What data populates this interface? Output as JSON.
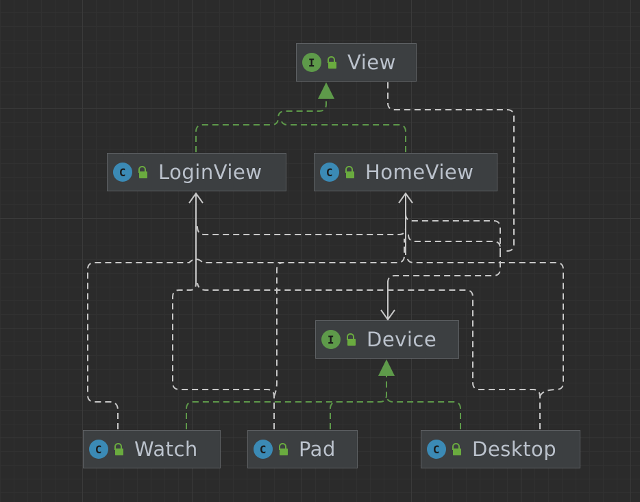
{
  "nodes": {
    "view": {
      "name": "View",
      "kind": "interface",
      "kind_letter": "I"
    },
    "loginview": {
      "name": "LoginView",
      "kind": "class",
      "kind_letter": "C"
    },
    "homeview": {
      "name": "HomeView",
      "kind": "class",
      "kind_letter": "C"
    },
    "device": {
      "name": "Device",
      "kind": "interface",
      "kind_letter": "I"
    },
    "watch": {
      "name": "Watch",
      "kind": "class",
      "kind_letter": "C"
    },
    "pad": {
      "name": "Pad",
      "kind": "class",
      "kind_letter": "C"
    },
    "desktop": {
      "name": "Desktop",
      "kind": "class",
      "kind_letter": "C"
    }
  },
  "colors": {
    "background": "#2b2b2b",
    "node_fill": "#3c3f41",
    "node_border": "#5e6164",
    "text": "#bbc2cc",
    "implements_edge": "#5e9a4a",
    "dependency_edge": "#c8c8c8",
    "interface_badge": "#5e9a4a",
    "class_badge": "#3b8ab5",
    "lock_icon": "#6aab3f"
  },
  "edges": [
    {
      "from": "loginview",
      "to": "view",
      "type": "implements"
    },
    {
      "from": "homeview",
      "to": "view",
      "type": "implements"
    },
    {
      "from": "watch",
      "to": "device",
      "type": "implements"
    },
    {
      "from": "pad",
      "to": "device",
      "type": "implements"
    },
    {
      "from": "desktop",
      "to": "device",
      "type": "implements"
    },
    {
      "from": "view",
      "to": "device",
      "type": "dependency"
    },
    {
      "from": "watch",
      "to": "loginview",
      "type": "dependency"
    },
    {
      "from": "watch",
      "to": "homeview",
      "type": "dependency"
    },
    {
      "from": "pad",
      "to": "loginview",
      "type": "dependency"
    },
    {
      "from": "pad",
      "to": "homeview",
      "type": "dependency"
    },
    {
      "from": "desktop",
      "to": "loginview",
      "type": "dependency"
    },
    {
      "from": "desktop",
      "to": "homeview",
      "type": "dependency"
    }
  ]
}
